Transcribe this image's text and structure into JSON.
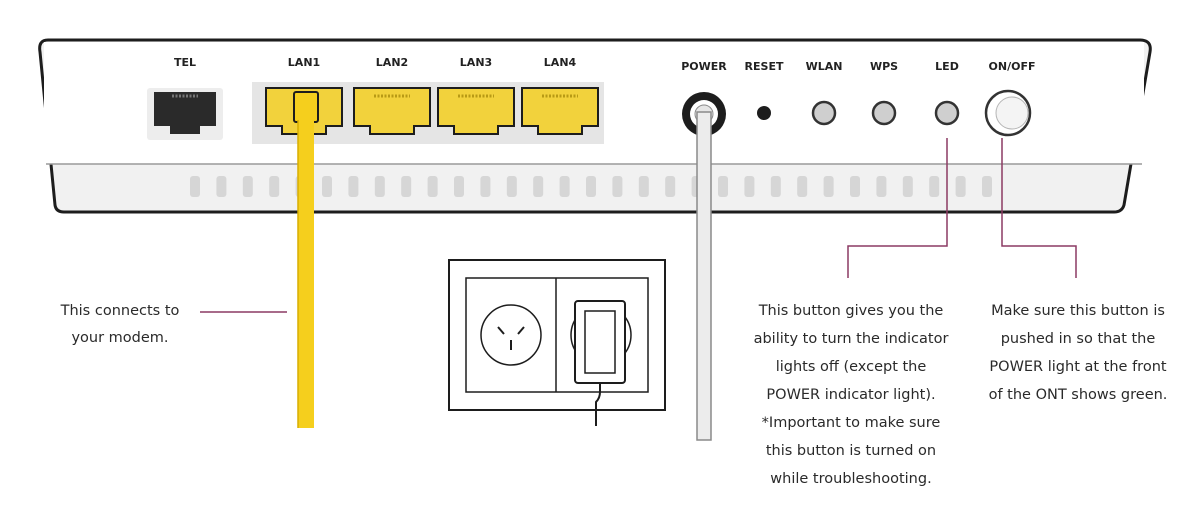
{
  "ports": {
    "tel": "TEL",
    "lan1": "LAN1",
    "lan2": "LAN2",
    "lan3": "LAN3",
    "lan4": "LAN4"
  },
  "controls": {
    "power": "POWER",
    "reset": "RESET",
    "wlan": "WLAN",
    "wps": "WPS",
    "led": "LED",
    "onoff": "ON/OFF"
  },
  "notes": {
    "modem": [
      "This connects to",
      "your modem."
    ],
    "led": [
      "This button gives you the",
      "ability to turn the indicator",
      "lights off (except the",
      "POWER indicator light).",
      "*Important to make sure",
      "this button is turned on",
      "while troubleshooting."
    ],
    "onoff": [
      "Make sure this button is",
      "pushed in so that the",
      "POWER light at the front",
      "of the ONT shows green."
    ]
  },
  "colors": {
    "lan_port": "#f2d23c",
    "cable": "#f5cf1d",
    "callout_line": "#8c3a63",
    "outline": "#1d1d1d",
    "body_fill": "#f1f1f1"
  }
}
